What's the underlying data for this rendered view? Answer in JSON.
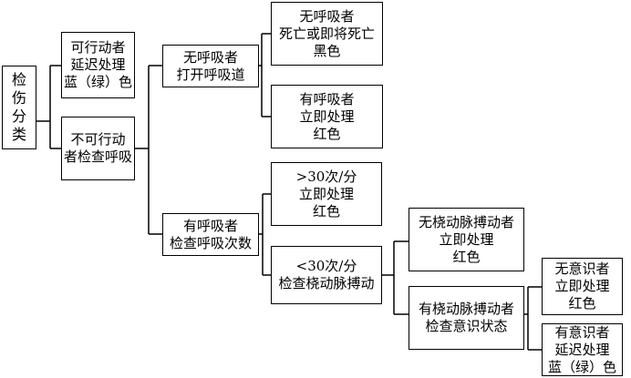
{
  "root": {
    "lines": [
      "检",
      "伤",
      "分",
      "类"
    ]
  },
  "level1": {
    "ambulatory": {
      "lines": [
        "可行动者",
        "延迟处理",
        "蓝（绿）色"
      ]
    },
    "non_ambulatory": {
      "lines": [
        "不可行动",
        "者检查呼吸"
      ]
    }
  },
  "level2": {
    "no_breathing": {
      "lines": [
        "无呼吸者",
        "打开呼吸道"
      ]
    },
    "breathing": {
      "lines": [
        "有呼吸者",
        "检查呼吸次数"
      ]
    }
  },
  "level3": {
    "still_no_breathing": {
      "lines": [
        "无呼吸者",
        "死亡或即将死亡",
        "黑色"
      ]
    },
    "resumed_breathing": {
      "lines": [
        "有呼吸者",
        "立即处理",
        "红色"
      ]
    },
    "rate_over_30": {
      "lines": [
        ">30次/分",
        "立即处理",
        "红色"
      ]
    },
    "rate_under_30": {
      "lines": [
        "<30次/分",
        "检查桡动脉搏动"
      ]
    }
  },
  "level4": {
    "no_radial_pulse": {
      "lines": [
        "无桡动脉搏动者",
        "立即处理",
        "红色"
      ]
    },
    "radial_pulse": {
      "lines": [
        "有桡动脉搏动者",
        "检查意识状态"
      ]
    }
  },
  "level5": {
    "unconscious": {
      "lines": [
        "无意识者",
        "立即处理",
        "红色"
      ]
    },
    "conscious": {
      "lines": [
        "有意识者",
        "延迟处理",
        "蓝（绿）色"
      ]
    }
  }
}
